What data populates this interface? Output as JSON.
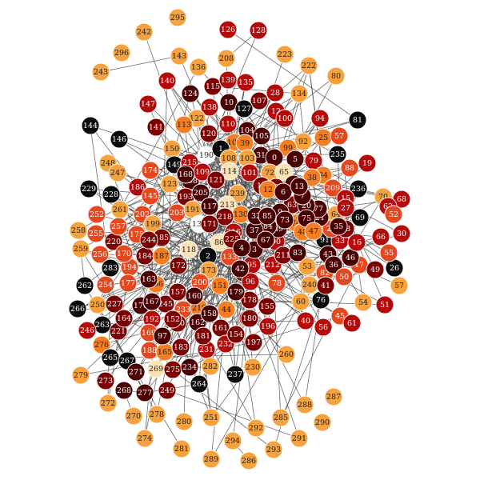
{
  "palette": {
    "black": "#0a0a0a",
    "dark": "#4a0000",
    "maroon": "#7d0000",
    "red": "#b30a0a",
    "orange_red": "#e5481f",
    "orange": "#f57f20",
    "light_orange": "#f8a23e",
    "pale": "#fde2b8",
    "white": "#ffffff",
    "edge": "#4a4a4a",
    "light_label": "#ffffff",
    "dark_label": "#1a1a1a"
  },
  "nodes": [
    {
      "id": "295",
      "c": "light_orange"
    },
    {
      "id": "242",
      "c": "light_orange"
    },
    {
      "id": "296",
      "c": "light_orange"
    },
    {
      "id": "243",
      "c": "light_orange"
    },
    {
      "id": "126",
      "c": "red"
    },
    {
      "id": "128",
      "c": "red"
    },
    {
      "id": "223",
      "c": "light_orange"
    },
    {
      "id": "222",
      "c": "light_orange"
    },
    {
      "id": "80",
      "c": "light_orange"
    },
    {
      "id": "143",
      "c": "light_orange"
    },
    {
      "id": "136",
      "c": "light_orange"
    },
    {
      "id": "208",
      "c": "light_orange"
    },
    {
      "id": "140",
      "c": "red"
    },
    {
      "id": "124",
      "c": "dark"
    },
    {
      "id": "115",
      "c": "maroon"
    },
    {
      "id": "139",
      "c": "red"
    },
    {
      "id": "135",
      "c": "red"
    },
    {
      "id": "107",
      "c": "maroon"
    },
    {
      "id": "28",
      "c": "red"
    },
    {
      "id": "134",
      "c": "light_orange"
    },
    {
      "id": "147",
      "c": "red"
    },
    {
      "id": "138",
      "c": "red"
    },
    {
      "id": "10",
      "c": "dark"
    },
    {
      "id": "127",
      "c": "black"
    },
    {
      "id": "12",
      "c": "red"
    },
    {
      "id": "81",
      "c": "black"
    },
    {
      "id": "144",
      "c": "black"
    },
    {
      "id": "141",
      "c": "maroon"
    },
    {
      "id": "122",
      "c": "light_orange"
    },
    {
      "id": "113",
      "c": "orange"
    },
    {
      "id": "100",
      "c": "red"
    },
    {
      "id": "94",
      "c": "red"
    },
    {
      "id": "146",
      "c": "black"
    },
    {
      "id": "120",
      "c": "maroon"
    },
    {
      "id": "110",
      "c": "red"
    },
    {
      "id": "104",
      "c": "dark"
    },
    {
      "id": "105",
      "c": "dark"
    },
    {
      "id": "92",
      "c": "light_orange"
    },
    {
      "id": "25",
      "c": "orange"
    },
    {
      "id": "57",
      "c": "orange_red"
    },
    {
      "id": "150",
      "c": "light_orange"
    },
    {
      "id": "102",
      "c": "orange"
    },
    {
      "id": "39",
      "c": "orange"
    },
    {
      "id": "31",
      "c": "dark"
    },
    {
      "id": "99",
      "c": "orange"
    },
    {
      "id": "235",
      "c": "black"
    },
    {
      "id": "248",
      "c": "light_orange"
    },
    {
      "id": "190",
      "c": "white"
    },
    {
      "id": "1",
      "c": "black"
    },
    {
      "id": "0",
      "c": "dark"
    },
    {
      "id": "149",
      "c": "black"
    },
    {
      "id": "215",
      "c": "red"
    },
    {
      "id": "5",
      "c": "dark"
    },
    {
      "id": "79",
      "c": "red"
    },
    {
      "id": "19",
      "c": "red"
    },
    {
      "id": "247",
      "c": "light_orange"
    },
    {
      "id": "174",
      "c": "orange_red"
    },
    {
      "id": "108",
      "c": "light_orange"
    },
    {
      "id": "103",
      "c": "light_orange"
    },
    {
      "id": "114",
      "c": "pale"
    },
    {
      "id": "101",
      "c": "red"
    },
    {
      "id": "72",
      "c": "light_orange"
    },
    {
      "id": "65",
      "c": "pale"
    },
    {
      "id": "34",
      "c": "orange"
    },
    {
      "id": "88",
      "c": "orange_red"
    },
    {
      "id": "229",
      "c": "black"
    },
    {
      "id": "198",
      "c": "dark"
    },
    {
      "id": "123",
      "c": "light_orange"
    },
    {
      "id": "109",
      "c": "red"
    },
    {
      "id": "121",
      "c": "maroon"
    },
    {
      "id": "14",
      "c": "maroon"
    },
    {
      "id": "106",
      "c": "maroon"
    },
    {
      "id": "209",
      "c": "orange_red"
    },
    {
      "id": "236",
      "c": "black"
    },
    {
      "id": "228",
      "c": "black"
    },
    {
      "id": "186",
      "c": "red"
    },
    {
      "id": "145",
      "c": "orange_red"
    },
    {
      "id": "193",
      "c": "maroon"
    },
    {
      "id": "205",
      "c": "dark"
    },
    {
      "id": "239",
      "c": "light_orange"
    },
    {
      "id": "15",
      "c": "red"
    },
    {
      "id": "70",
      "c": "light_orange"
    },
    {
      "id": "68",
      "c": "red"
    },
    {
      "id": "261",
      "c": "light_orange"
    },
    {
      "id": "202",
      "c": "orange_red"
    },
    {
      "id": "203",
      "c": "orange_red"
    },
    {
      "id": "191",
      "c": "light_orange"
    },
    {
      "id": "213",
      "c": "pale"
    },
    {
      "id": "130",
      "c": "orange"
    },
    {
      "id": "64",
      "c": "light_orange"
    },
    {
      "id": "69",
      "c": "black"
    },
    {
      "id": "252",
      "c": "orange_red"
    },
    {
      "id": "199",
      "c": "light_orange"
    },
    {
      "id": "218",
      "c": "maroon"
    },
    {
      "id": "74",
      "c": "orange"
    },
    {
      "id": "48",
      "c": "orange"
    },
    {
      "id": "91",
      "c": "black"
    },
    {
      "id": "258",
      "c": "light_orange"
    },
    {
      "id": "255",
      "c": "orange_red"
    },
    {
      "id": "220",
      "c": "maroon"
    },
    {
      "id": "185",
      "c": "maroon"
    },
    {
      "id": "137",
      "c": "white"
    },
    {
      "id": "86",
      "c": "pale"
    },
    {
      "id": "216",
      "c": "red"
    },
    {
      "id": "90",
      "c": "red"
    },
    {
      "id": "33",
      "c": "red"
    },
    {
      "id": "66",
      "c": "red"
    },
    {
      "id": "30",
      "c": "red"
    },
    {
      "id": "259",
      "c": "light_orange"
    },
    {
      "id": "256",
      "c": "orange_red"
    },
    {
      "id": "184",
      "c": "maroon"
    },
    {
      "id": "187",
      "c": "orange"
    },
    {
      "id": "118",
      "c": "pale"
    },
    {
      "id": "2",
      "c": "black"
    },
    {
      "id": "133",
      "c": "orange_red"
    },
    {
      "id": "212",
      "c": "red"
    },
    {
      "id": "53",
      "c": "light_orange"
    },
    {
      "id": "26",
      "c": "black"
    },
    {
      "id": "283",
      "c": "black"
    },
    {
      "id": "194",
      "c": "orange_red"
    },
    {
      "id": "172",
      "c": "maroon"
    },
    {
      "id": "173",
      "c": "light_orange"
    },
    {
      "id": "106b",
      "t": "106",
      "c": "maroon"
    },
    {
      "id": "95",
      "c": "red"
    },
    {
      "id": "262",
      "c": "black"
    },
    {
      "id": "254",
      "c": "orange_red"
    },
    {
      "id": "177",
      "c": "orange_red"
    },
    {
      "id": "166",
      "c": "orange"
    },
    {
      "id": "200",
      "c": "orange_red"
    },
    {
      "id": "151",
      "c": "orange"
    },
    {
      "id": "96",
      "c": "red"
    },
    {
      "id": "78",
      "c": "orange_red"
    },
    {
      "id": "240",
      "c": "light_orange"
    },
    {
      "id": "57b",
      "t": "57",
      "c": "light_orange"
    },
    {
      "id": "250",
      "c": "light_orange"
    },
    {
      "id": "227",
      "c": "maroon"
    },
    {
      "id": "176",
      "c": "dark"
    },
    {
      "id": "245",
      "c": "maroon"
    },
    {
      "id": "233",
      "c": "orange_red"
    },
    {
      "id": "219",
      "c": "orange"
    },
    {
      "id": "44",
      "c": "orange"
    },
    {
      "id": "178",
      "c": "maroon"
    },
    {
      "id": "76",
      "c": "black"
    },
    {
      "id": "54",
      "c": "light_orange"
    },
    {
      "id": "266",
      "c": "black"
    },
    {
      "id": "263",
      "c": "black"
    },
    {
      "id": "192",
      "c": "red"
    },
    {
      "id": "155",
      "c": "maroon"
    },
    {
      "id": "189",
      "c": "red"
    },
    {
      "id": "60",
      "c": "light_orange"
    },
    {
      "id": "45",
      "c": "orange_red"
    },
    {
      "id": "51",
      "c": "red"
    },
    {
      "id": "246",
      "c": "red"
    },
    {
      "id": "221",
      "c": "maroon"
    },
    {
      "id": "164",
      "c": "maroon"
    },
    {
      "id": "169",
      "c": "orange_red"
    },
    {
      "id": "236b",
      "t": "230",
      "c": "maroon"
    },
    {
      "id": "161",
      "c": "maroon"
    },
    {
      "id": "196",
      "c": "red"
    },
    {
      "id": "56",
      "c": "red"
    },
    {
      "id": "61",
      "c": "red"
    },
    {
      "id": "276",
      "c": "orange"
    },
    {
      "id": "265",
      "c": "black"
    },
    {
      "id": "188",
      "c": "orange_red"
    },
    {
      "id": "165",
      "c": "orange"
    },
    {
      "id": "183",
      "c": "maroon"
    },
    {
      "id": "231",
      "c": "red"
    },
    {
      "id": "232",
      "c": "red"
    },
    {
      "id": "197",
      "c": "maroon"
    },
    {
      "id": "260",
      "c": "light_orange"
    },
    {
      "id": "267",
      "c": "black"
    },
    {
      "id": "279",
      "c": "light_orange"
    },
    {
      "id": "273",
      "c": "maroon"
    },
    {
      "id": "271",
      "c": "dark"
    },
    {
      "id": "269",
      "c": "pale"
    },
    {
      "id": "275",
      "c": "maroon"
    },
    {
      "id": "234",
      "c": "dark"
    },
    {
      "id": "282",
      "c": "light_orange"
    },
    {
      "id": "237",
      "c": "black"
    },
    {
      "id": "230",
      "c": "light_orange"
    },
    {
      "id": "272",
      "c": "light_orange"
    },
    {
      "id": "268",
      "c": "dark"
    },
    {
      "id": "277",
      "c": "dark"
    },
    {
      "id": "249",
      "c": "maroon"
    },
    {
      "id": "264",
      "c": "black"
    },
    {
      "id": "287",
      "c": "light_orange"
    },
    {
      "id": "288",
      "c": "light_orange"
    },
    {
      "id": "290",
      "c": "light_orange"
    },
    {
      "id": "270",
      "c": "light_orange"
    },
    {
      "id": "278",
      "c": "light_orange"
    },
    {
      "id": "280",
      "c": "light_orange"
    },
    {
      "id": "251",
      "c": "light_orange"
    },
    {
      "id": "285",
      "c": "light_orange"
    },
    {
      "id": "274",
      "c": "light_orange"
    },
    {
      "id": "294",
      "c": "light_orange"
    },
    {
      "id": "292",
      "c": "light_orange"
    },
    {
      "id": "291",
      "c": "light_orange"
    },
    {
      "id": "281",
      "c": "light_orange"
    },
    {
      "id": "293",
      "c": "light_orange"
    },
    {
      "id": "289",
      "c": "light_orange"
    },
    {
      "id": "286",
      "c": "light_orange"
    },
    {
      "id": "117",
      "c": "dark"
    },
    {
      "id": "211",
      "c": "maroon"
    },
    {
      "id": "97",
      "c": "dark"
    },
    {
      "id": "82",
      "c": "orange_red"
    },
    {
      "id": "42",
      "c": "dark"
    },
    {
      "id": "225",
      "c": "maroon"
    },
    {
      "id": "63",
      "c": "maroon"
    },
    {
      "id": "43",
      "c": "dark"
    },
    {
      "id": "36",
      "c": "dark"
    },
    {
      "id": "17",
      "c": "orange_red"
    },
    {
      "id": "49",
      "c": "maroon"
    },
    {
      "id": "55",
      "c": "orange_red"
    },
    {
      "id": "62",
      "c": "red"
    },
    {
      "id": "52",
      "c": "orange_red"
    },
    {
      "id": "50",
      "c": "orange_red"
    },
    {
      "id": "41",
      "c": "maroon"
    },
    {
      "id": "40",
      "c": "red"
    },
    {
      "id": "27",
      "c": "red"
    },
    {
      "id": "22",
      "c": "orange_red"
    },
    {
      "id": "18",
      "c": "maroon"
    },
    {
      "id": "21",
      "c": "dark"
    },
    {
      "id": "77",
      "c": "dark"
    },
    {
      "id": "20",
      "c": "dark"
    },
    {
      "id": "7",
      "c": "dark"
    },
    {
      "id": "75",
      "c": "dark"
    },
    {
      "id": "38",
      "c": "orange"
    },
    {
      "id": "47",
      "c": "orange"
    },
    {
      "id": "83",
      "c": "dark"
    },
    {
      "id": "89",
      "c": "dark"
    },
    {
      "id": "84",
      "c": "dark"
    },
    {
      "id": "37",
      "c": "dark"
    },
    {
      "id": "3",
      "c": "dark"
    },
    {
      "id": "4",
      "c": "dark"
    },
    {
      "id": "9",
      "c": "dark"
    },
    {
      "id": "67",
      "c": "dark"
    },
    {
      "id": "32",
      "c": "dark"
    },
    {
      "id": "46",
      "c": "dark"
    },
    {
      "id": "85",
      "c": "dark"
    },
    {
      "id": "163",
      "c": "dark"
    },
    {
      "id": "167",
      "c": "dark"
    },
    {
      "id": "157",
      "c": "maroon"
    },
    {
      "id": "160",
      "c": "dark"
    },
    {
      "id": "152",
      "c": "maroon"
    },
    {
      "id": "179",
      "c": "dark"
    },
    {
      "id": "154",
      "c": "maroon"
    },
    {
      "id": "180",
      "c": "maroon"
    },
    {
      "id": "162",
      "c": "dark"
    },
    {
      "id": "158",
      "c": "dark"
    },
    {
      "id": "181",
      "c": "maroon"
    },
    {
      "id": "170",
      "c": "orange_red"
    },
    {
      "id": "175",
      "c": "orange_red"
    },
    {
      "id": "168",
      "c": "dark"
    },
    {
      "id": "171",
      "c": "maroon"
    },
    {
      "id": "257",
      "c": "orange_red"
    },
    {
      "id": "244",
      "c": "maroon"
    },
    {
      "id": "12b",
      "t": "12",
      "c": "orange"
    },
    {
      "id": "73",
      "c": "dark"
    },
    {
      "id": "8",
      "c": "dark"
    },
    {
      "id": "6",
      "c": "dark"
    },
    {
      "id": "13",
      "c": "dark"
    },
    {
      "id": "16",
      "c": "red"
    },
    {
      "id": "35",
      "c": "dark"
    }
  ]
}
